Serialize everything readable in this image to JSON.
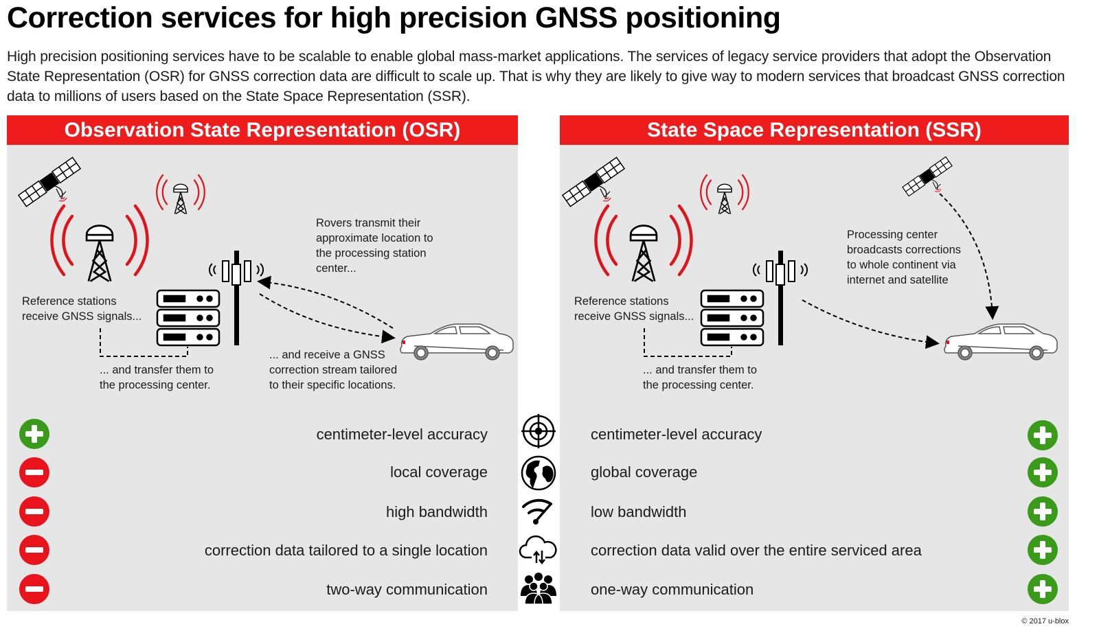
{
  "title": "Correction services for high precision GNSS positioning",
  "intro": "High precision positioning services have to be scalable to enable global mass-market applications. The services of legacy service providers that adopt the Observation State Representation (OSR) for GNSS correction data are difficult to scale up. That is why they are likely to give way to modern services that broadcast GNSS correction data to millions of users based on the State Space Representation (SSR).",
  "colors": {
    "header_red": "#ee1c1c",
    "plus_green": "#3a9a1a",
    "minus_red": "#e8131b",
    "panel_gray": "#e6e6e6"
  },
  "osr": {
    "heading": "Observation State Representation (OSR)",
    "notes": {
      "reference": [
        "Reference stations",
        "receive GNSS signals..."
      ],
      "transfer": [
        "... and transfer them to",
        "the processing center."
      ],
      "rovers": [
        "Rovers transmit their",
        "approximate location to",
        "the processing station",
        "center..."
      ],
      "receive": [
        "... and receive a GNSS",
        "correction stream tailored",
        "to their specific locations."
      ]
    },
    "rows": [
      {
        "label": "centimeter-level accuracy",
        "verdict": "plus"
      },
      {
        "label": "local coverage",
        "verdict": "minus"
      },
      {
        "label": "high bandwidth",
        "verdict": "minus"
      },
      {
        "label": "correction data tailored to a single location",
        "verdict": "minus"
      },
      {
        "label": "two-way communication",
        "verdict": "minus"
      }
    ]
  },
  "ssr": {
    "heading": "State Space Representation (SSR)",
    "notes": {
      "reference": [
        "Reference stations",
        "receive GNSS signals..."
      ],
      "transfer": [
        "... and transfer them to",
        "the processing center."
      ],
      "processing": [
        "Processing center",
        "broadcasts corrections",
        "to whole continent via",
        "internet and satellite"
      ]
    },
    "rows": [
      {
        "label": "centimeter-level accuracy",
        "verdict": "plus"
      },
      {
        "label": "global coverage",
        "verdict": "plus"
      },
      {
        "label": "low bandwidth",
        "verdict": "plus"
      },
      {
        "label": "correction data valid over the entire serviced area",
        "verdict": "plus"
      },
      {
        "label": "one-way communication",
        "verdict": "plus"
      }
    ]
  },
  "criteria_icons": [
    "crosshair-icon",
    "globe-icon",
    "bandwidth-gauge-icon",
    "cloud-transfer-icon",
    "users-group-icon"
  ],
  "copyright": "© 2017 u-blox"
}
